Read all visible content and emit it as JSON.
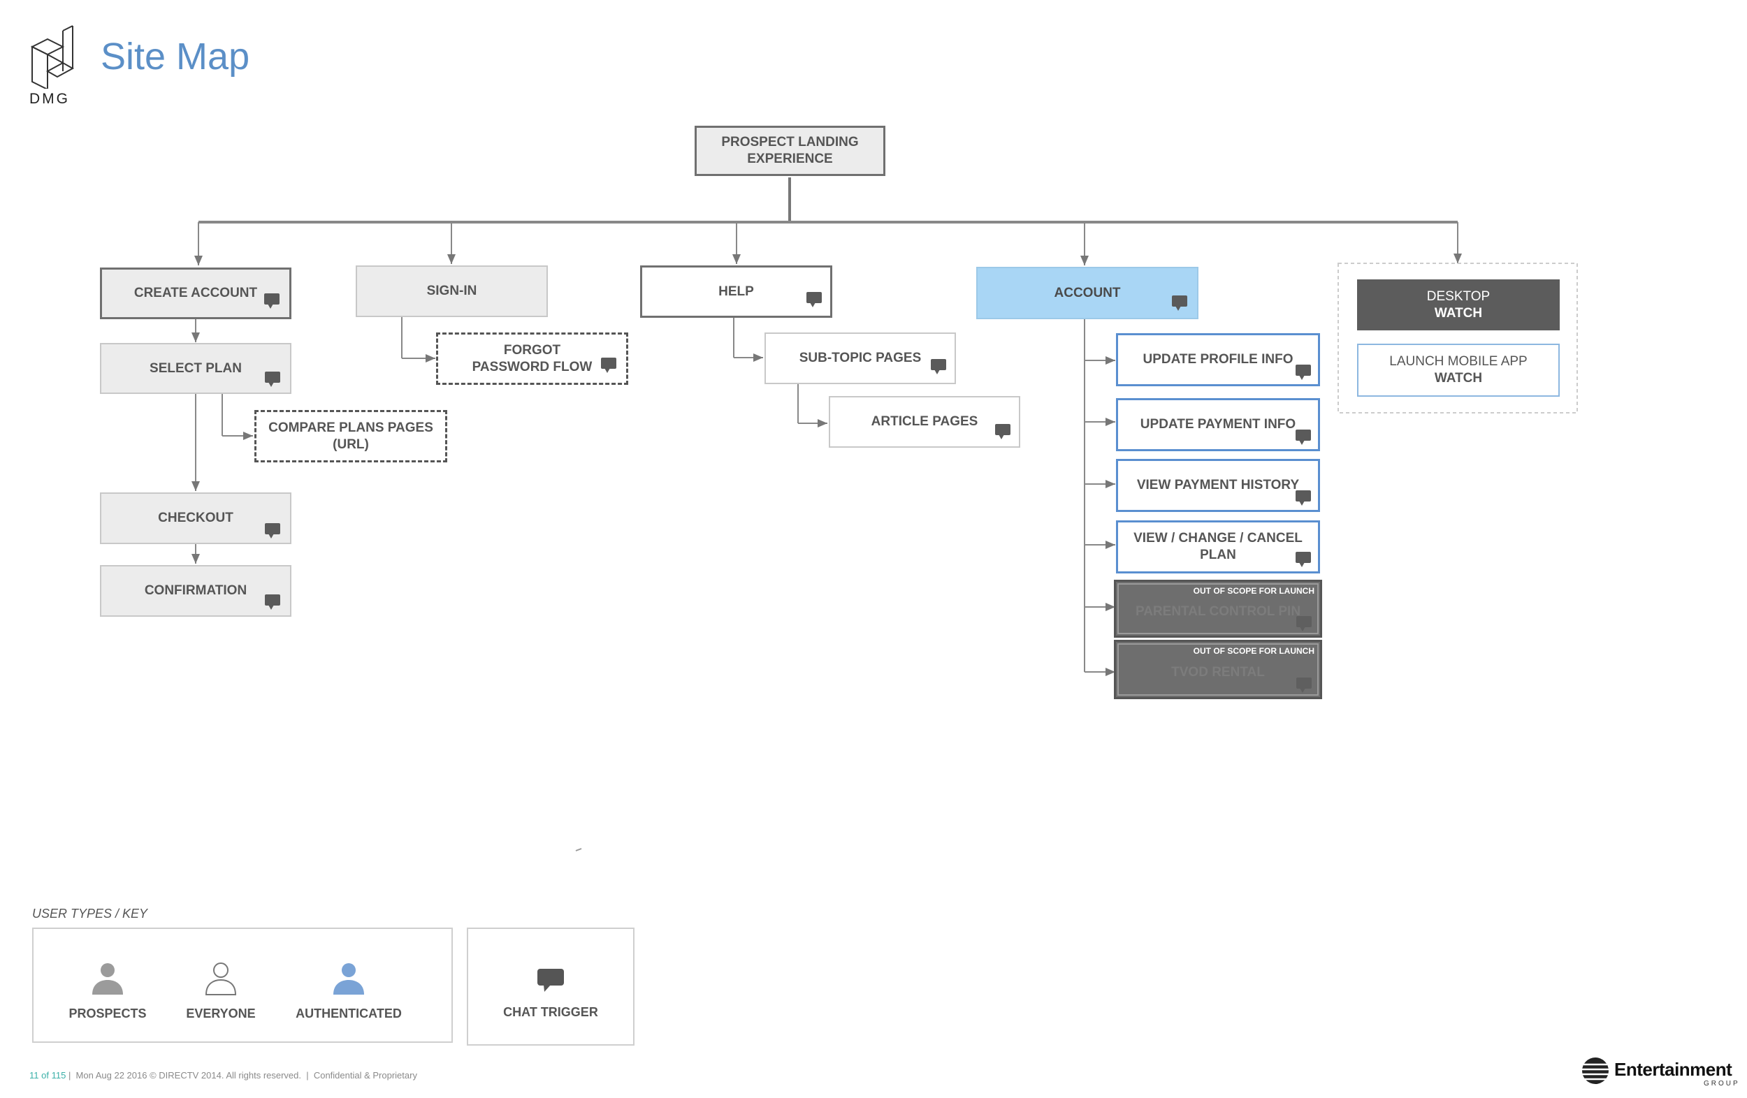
{
  "header": {
    "logo_text": "DMG",
    "title": "Site Map"
  },
  "nodes": {
    "prospect": "PROSPECT LANDING\nEXPERIENCE",
    "create_account": "CREATE ACCOUNT",
    "select_plan": "SELECT PLAN",
    "compare_plans": "COMPARE PLANS PAGES\n(URL)",
    "checkout": "CHECKOUT",
    "confirmation": "CONFIRMATION",
    "sign_in": "SIGN-IN",
    "forgot_password": "FORGOT\nPASSWORD FLOW",
    "help": "HELP",
    "sub_topic": "SUB-TOPIC PAGES",
    "article": "ARTICLE PAGES",
    "account": "ACCOUNT",
    "update_profile": "UPDATE PROFILE INFO",
    "update_payment": "UPDATE PAYMENT INFO",
    "view_payment_history": "VIEW PAYMENT HISTORY",
    "view_change_cancel": "VIEW / CHANGE / CANCEL\nPLAN",
    "parental_control": "PARENTAL CONTROL PIN",
    "tvod_rental": "TVOD RENTAL",
    "out_of_scope": "OUT OF SCOPE FOR LAUNCH",
    "desktop_line1": "DESKTOP",
    "desktop_line2": "WATCH",
    "mobile_line1": "LAUNCH MOBILE APP",
    "mobile_line2": "WATCH"
  },
  "key": {
    "heading": "USER TYPES / KEY",
    "prospects": "PROSPECTS",
    "everyone": "EVERYONE",
    "authenticated": "AUTHENTICATED",
    "chat_trigger": "CHAT TRIGGER"
  },
  "colors": {
    "title": "#5b8fc7",
    "authenticated": "#a9d6f5",
    "authenticated_border": "#5a8fd0",
    "prospect_icon": "#9b9b9b",
    "authenticated_icon": "#7aa3d6",
    "out_of_scope": "#6e6e6e",
    "desktop": "#5c5c5c"
  },
  "footer": {
    "page_current": "11",
    "page_of": "of 115",
    "text": "|  Mon Aug 22 2016 © DIRECTV 2014. All rights reserved.  |  Confidential & Proprietary",
    "brand": "Entertainment",
    "brand_sub": "GROUP"
  }
}
